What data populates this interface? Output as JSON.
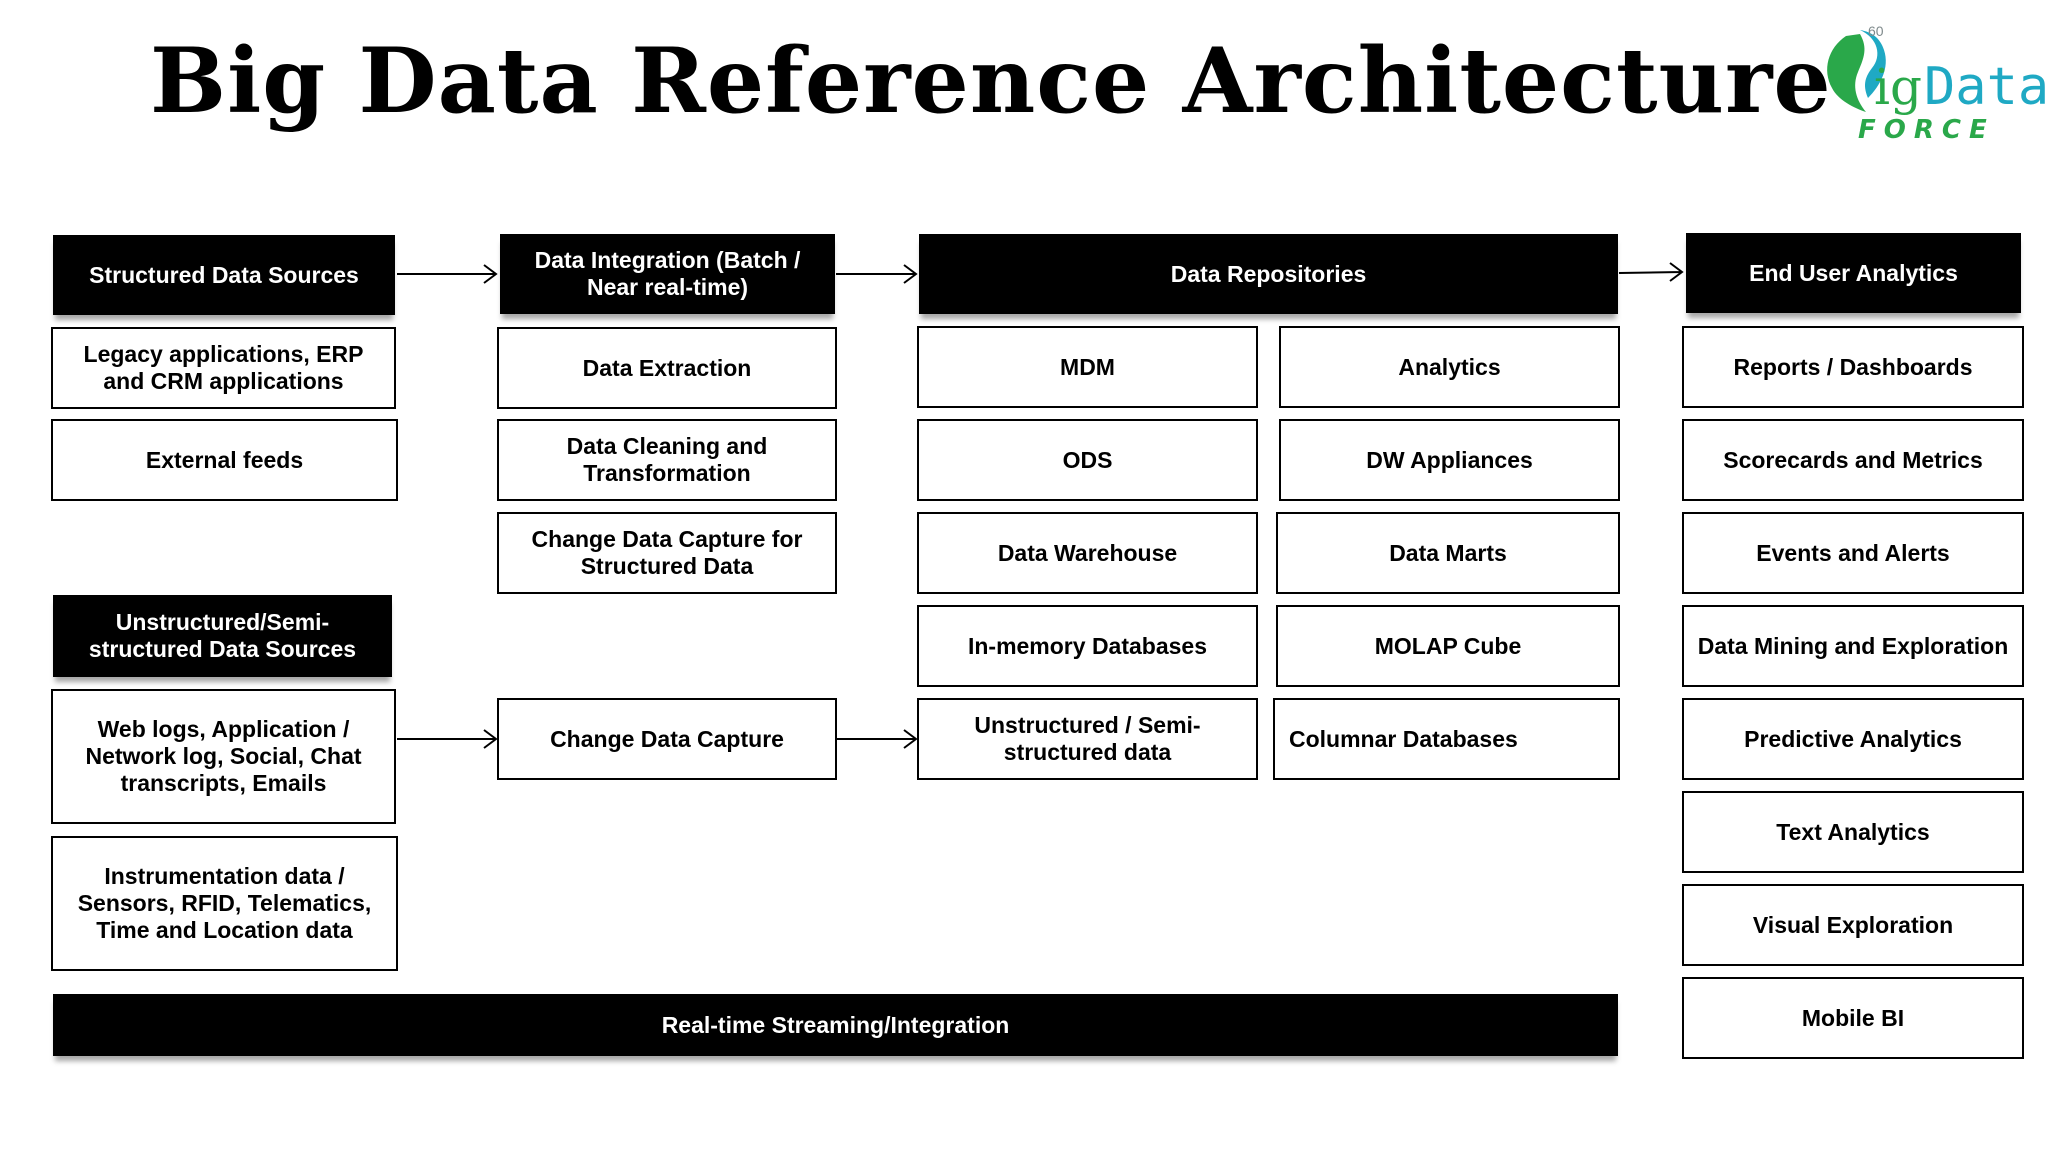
{
  "title": "Big Data Reference Architecture",
  "logo": {
    "big": "Big",
    "data": "Data",
    "force": "FORCE",
    "mark": "60"
  },
  "colors": {
    "logo_green": "#2aa84a",
    "logo_teal": "#1fa9c4",
    "logo_gray": "#7f8a8c"
  },
  "columns": {
    "sources": {
      "structured_header": "Structured Data Sources",
      "structured_items": [
        "Legacy applications, ERP\nand CRM applications",
        "External feeds"
      ],
      "unstructured_header": "Unstructured/Semi-\nstructured  Data Sources",
      "unstructured_items": [
        "Web logs, Application  /\nNetwork log, Social, Chat\ntranscripts, Emails",
        "Instrumentation data /\nSensors, RFID,  Telematics,\nTime and Location data"
      ]
    },
    "integration": {
      "header": "Data Integration (Batch /\nNear real-time)",
      "items": [
        "Data Extraction",
        "Data Cleaning and\nTransformation",
        "Change Data Capture for\nStructured Data",
        "Change Data Capture"
      ]
    },
    "repositories": {
      "header": "Data Repositories",
      "left_items": [
        "MDM",
        "ODS",
        "Data Warehouse",
        "In-memory Databases",
        "Unstructured / Semi-\nstructured data"
      ],
      "right_items": [
        "Analytics",
        "DW Appliances",
        "Data Marts",
        "MOLAP  Cube",
        "Columnar Databases"
      ]
    },
    "analytics": {
      "header": "End User Analytics",
      "items": [
        "Reports / Dashboards",
        "Scorecards and Metrics",
        "Events and Alerts",
        "Data Mining and Exploration",
        "Predictive Analytics",
        "Text Analytics",
        "Visual Exploration",
        "Mobile BI"
      ]
    }
  },
  "streaming_bar": "Real-time Streaming/Integration"
}
